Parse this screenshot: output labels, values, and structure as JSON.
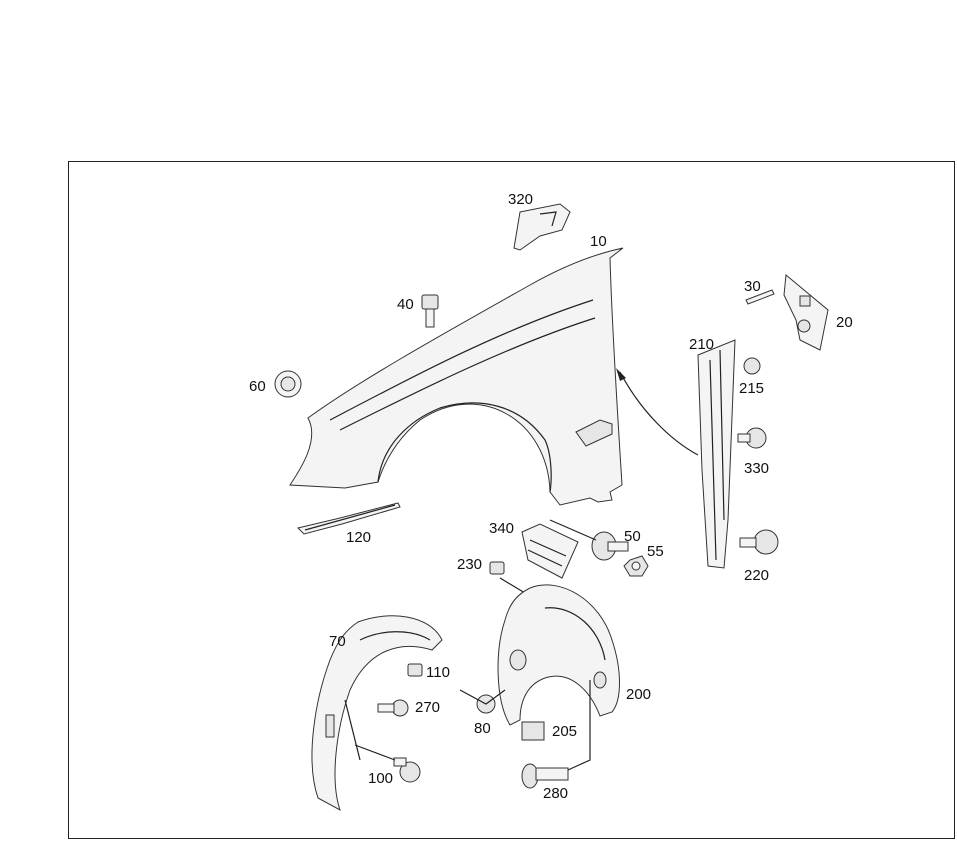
{
  "diagram": {
    "labels": {
      "p10": "10",
      "p20": "20",
      "p30": "30",
      "p40": "40",
      "p50": "50",
      "p55": "55",
      "p60": "60",
      "p70": "70",
      "p80": "80",
      "p100": "100",
      "p110": "110",
      "p120": "120",
      "p200": "200",
      "p205": "205",
      "p210": "210",
      "p215": "215",
      "p220": "220",
      "p230": "230",
      "p270": "270",
      "p280": "280",
      "p320": "320",
      "p330": "330",
      "p340": "340"
    }
  }
}
